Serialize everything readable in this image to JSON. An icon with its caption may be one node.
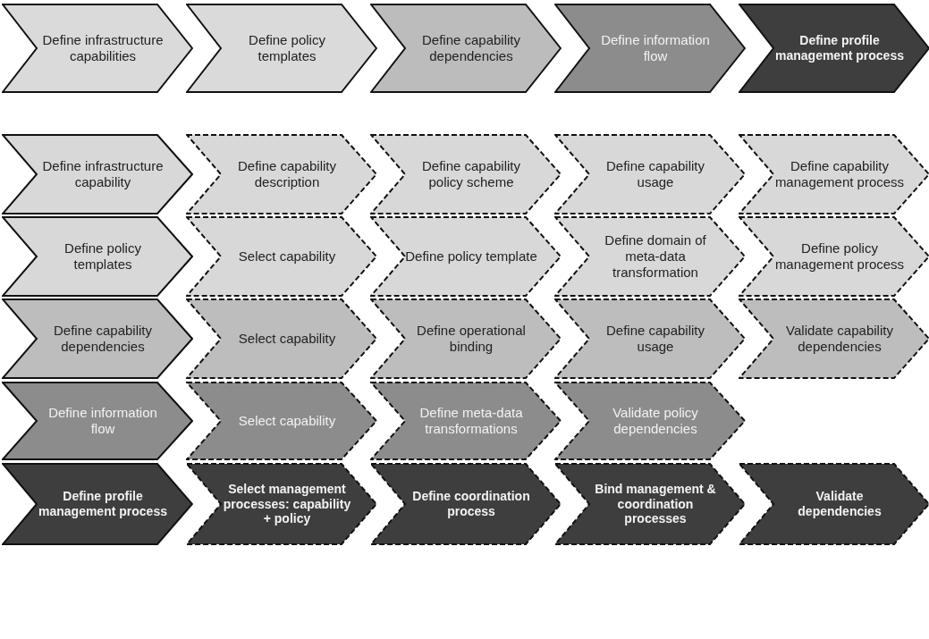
{
  "diagram": {
    "nodes": [
      {
        "text": [
          "Define infrastructure capabilities"
        ]
      },
      {
        "text": [
          "Define policy templates"
        ]
      },
      {
        "text": [
          "Define capability dependencies"
        ]
      },
      {
        "text": [
          "Define information flow"
        ]
      },
      {
        "text": [
          "Define profile management process"
        ]
      },
      {
        "text": [
          "Define infrastructure capability"
        ]
      },
      {
        "text": [
          "Define capability description"
        ]
      },
      {
        "text": [
          "Define capability policy scheme"
        ]
      },
      {
        "text": [
          "Define capability usage"
        ]
      },
      {
        "text": [
          "Define capability management process"
        ]
      },
      {
        "text": [
          "Define policy templates"
        ]
      },
      {
        "text": [
          "Select capability"
        ]
      },
      {
        "text": [
          "Define policy template"
        ]
      },
      {
        "text": [
          "Define domain of meta-data transformation"
        ]
      },
      {
        "text": [
          "Define policy management process"
        ]
      },
      {
        "text": [
          "Define capability dependencies"
        ]
      },
      {
        "text": [
          "Select capability"
        ]
      },
      {
        "text": [
          "Define operational binding"
        ]
      },
      {
        "text": [
          "Define capability usage"
        ]
      },
      {
        "text": [
          "Validate capability dependencies"
        ]
      },
      {
        "text": [
          "Define information flow"
        ]
      },
      {
        "text": [
          "Select capability"
        ]
      },
      {
        "text": [
          "Define meta-data transformations"
        ]
      },
      {
        "text": [
          "Validate policy dependencies"
        ]
      },
      {
        "text": [
          "Define profile management process"
        ]
      },
      {
        "text": [
          "Select management processes: capability + policy"
        ]
      },
      {
        "text": [
          "Define coordination process"
        ]
      },
      {
        "text": [
          "Bind management & coordination processes"
        ]
      },
      {
        "text": [
          "Validate dependencies"
        ]
      }
    ]
  }
}
